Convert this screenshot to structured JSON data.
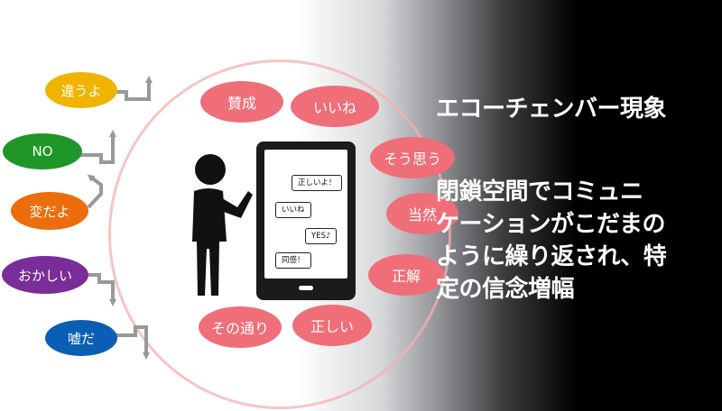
{
  "outgoing_opinions": [
    {
      "label": "違うよ",
      "color": "#f0b400"
    },
    {
      "label": "NO",
      "color": "#1e9628"
    },
    {
      "label": "変だよ",
      "color": "#ec6d0c"
    },
    {
      "label": "おかしい",
      "color": "#7a2c98"
    },
    {
      "label": "嘘だ",
      "color": "#0a5fb4"
    }
  ],
  "echo_bubbles": [
    "賛成",
    "いいね",
    "そう思う",
    "当然",
    "正解",
    "正しい",
    "その通り"
  ],
  "bubble_color": "#f06e78",
  "phone_messages": [
    "正しいよ！",
    "いいね",
    "YES♪",
    "同感！"
  ],
  "title": "エコーチェンバー現象",
  "description_lines": [
    "閉鎖空間でコミュニ",
    "ケーションがこだまの",
    "ように繰り返され、特",
    "定の信念増幅"
  ]
}
